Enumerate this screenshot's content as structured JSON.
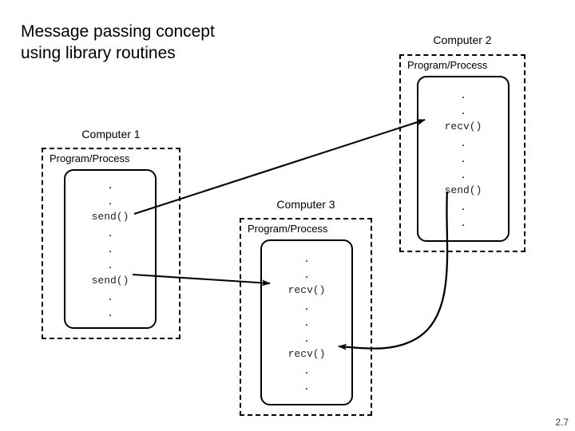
{
  "slide": {
    "title": "Message passing concept\nusing library routines",
    "page_number": "2.7",
    "background_color": "#ffffff",
    "ink_color": "#000000"
  },
  "computers": [
    {
      "caption": "Computer 1",
      "process_label": "Program/Process",
      "lines": [
        ".",
        ".",
        "send()",
        ".",
        ".",
        ".",
        "send()",
        ".",
        "."
      ]
    },
    {
      "caption": "Computer 2",
      "process_label": "Program/Process",
      "lines": [
        ".",
        ".",
        "recv()",
        ".",
        ".",
        ".",
        "send()",
        ".",
        "."
      ]
    },
    {
      "caption": "Computer 3",
      "process_label": "Program/Process",
      "lines": [
        ".",
        ".",
        "recv()",
        ".",
        ".",
        ".",
        "recv()",
        ".",
        "."
      ]
    }
  ],
  "arrows": [
    {
      "name": "send1-to-computer2-recv",
      "from": "Computer 1 send()",
      "to": "Computer 2 recv()",
      "style": "straight"
    },
    {
      "name": "send2-to-computer3-recv",
      "from": "Computer 1 send()",
      "to": "Computer 3 recv()",
      "style": "straight"
    },
    {
      "name": "computer2-send-to-computer3-recv",
      "from": "Computer 2 send()",
      "to": "Computer 3 recv()",
      "style": "curved"
    }
  ]
}
